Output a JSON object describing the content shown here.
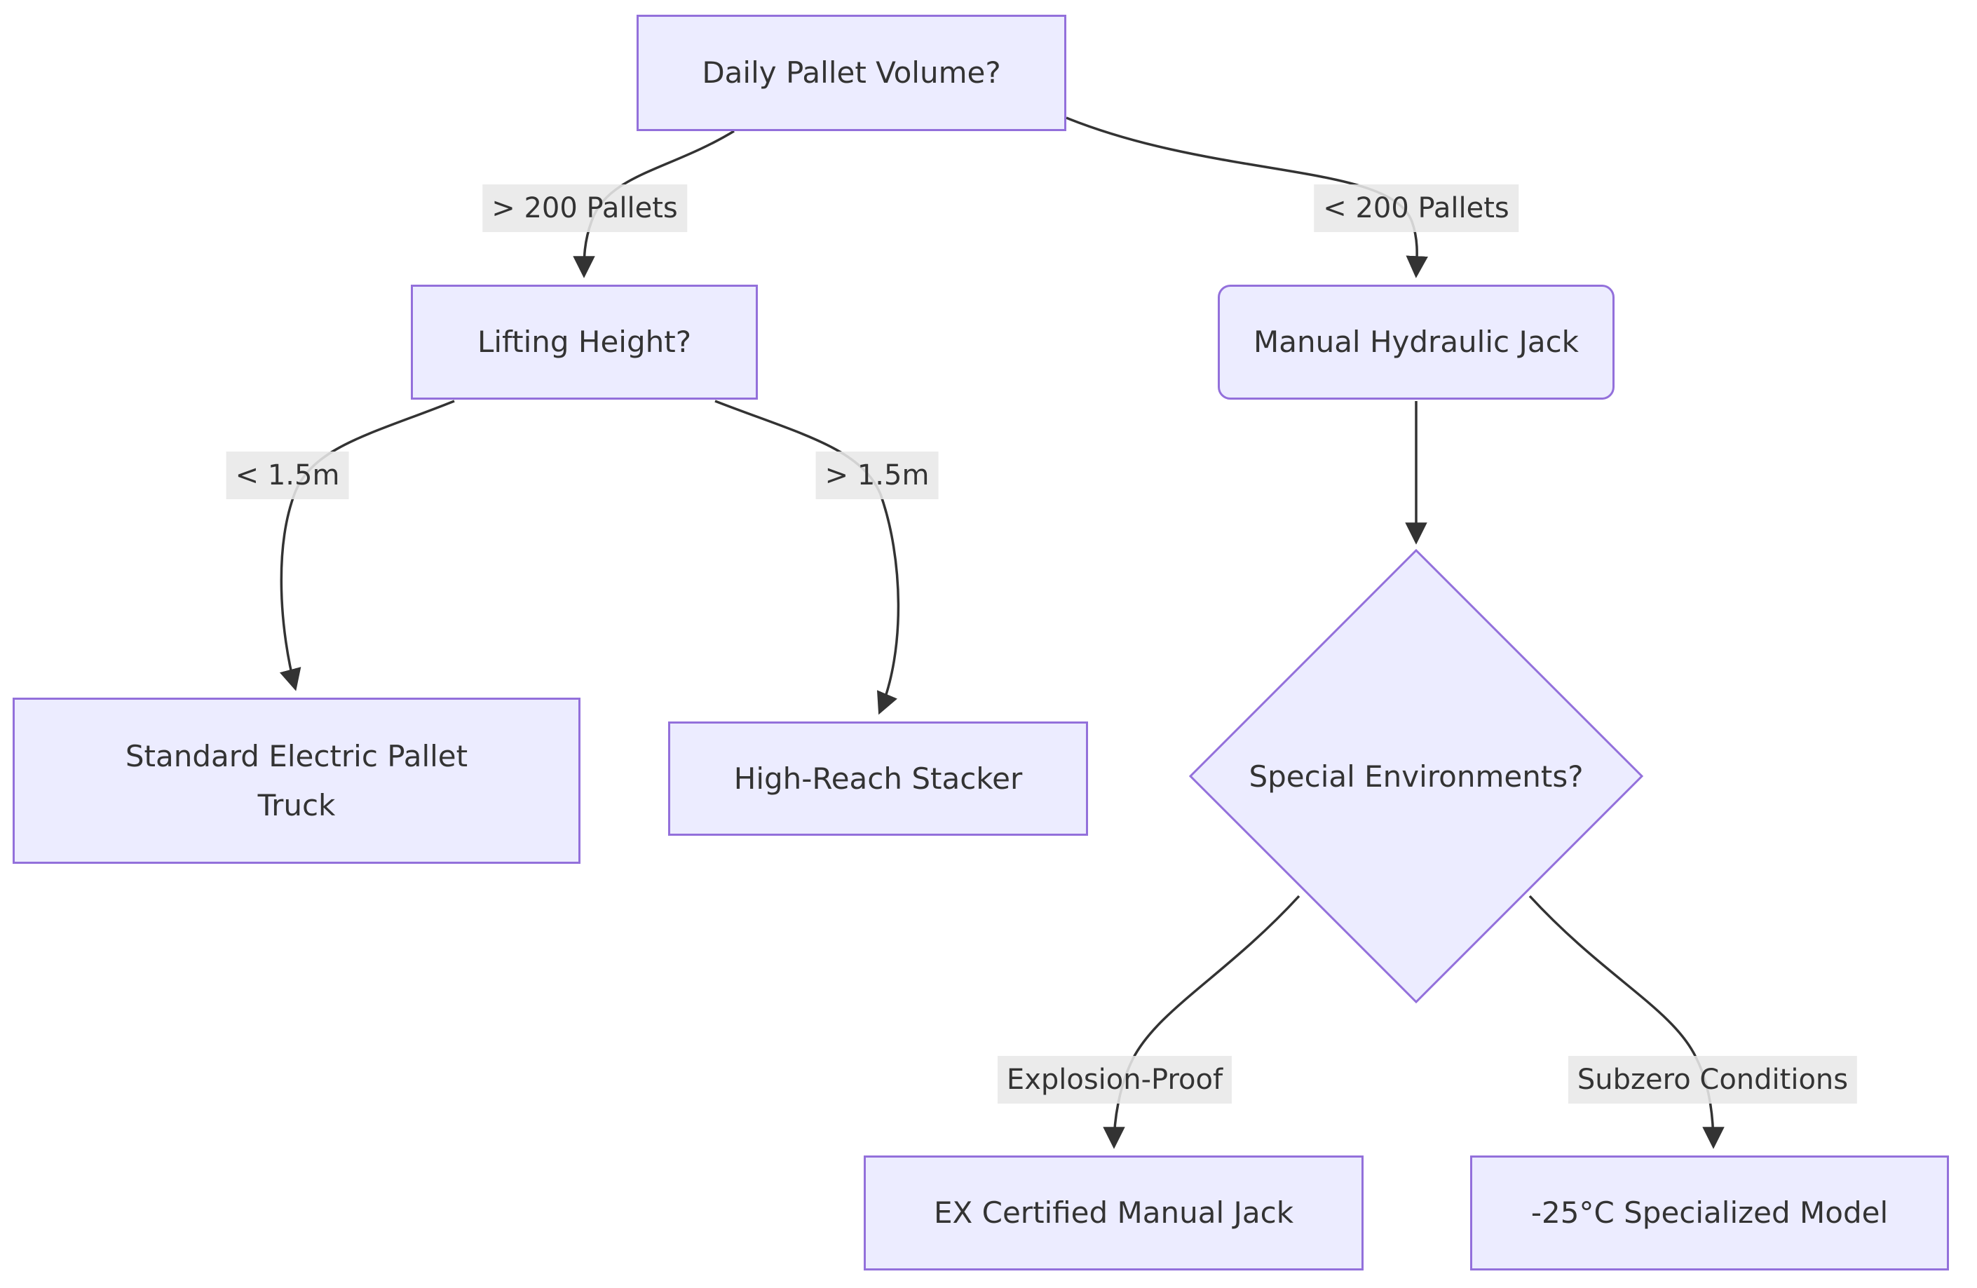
{
  "diagram": {
    "type": "flowchart-decision-tree",
    "direction": "top-down",
    "colors": {
      "background": "#ffffff",
      "node_fill": "#ECECFF",
      "node_border": "#9370DB",
      "line": "#333333",
      "text": "#333333",
      "edge_label_bg": "#e8e8e8"
    },
    "nodes": {
      "daily": {
        "label": "Daily Pallet Volume?",
        "shape": "rectangle"
      },
      "lifting": {
        "label": "Lifting Height?",
        "shape": "rectangle"
      },
      "manual": {
        "label": "Manual Hydraulic Jack",
        "shape": "rounded-rectangle"
      },
      "standard": {
        "label": "Standard Electric Pallet\nTruck",
        "shape": "rectangle"
      },
      "highreach": {
        "label": "High-Reach Stacker",
        "shape": "rectangle"
      },
      "special": {
        "label": "Special Environments?",
        "shape": "diamond"
      },
      "excert": {
        "label": "EX Certified Manual Jack",
        "shape": "rectangle"
      },
      "subzero": {
        "label": "-25°C Specialized Model",
        "shape": "rectangle"
      }
    },
    "edges": [
      {
        "from": "daily",
        "to": "lifting",
        "label": "> 200 Pallets"
      },
      {
        "from": "daily",
        "to": "manual",
        "label": "< 200 Pallets"
      },
      {
        "from": "lifting",
        "to": "standard",
        "label": "< 1.5m"
      },
      {
        "from": "lifting",
        "to": "highreach",
        "label": "> 1.5m"
      },
      {
        "from": "manual",
        "to": "special",
        "label": ""
      },
      {
        "from": "special",
        "to": "excert",
        "label": "Explosion-Proof"
      },
      {
        "from": "special",
        "to": "subzero",
        "label": "Subzero Conditions"
      }
    ]
  }
}
